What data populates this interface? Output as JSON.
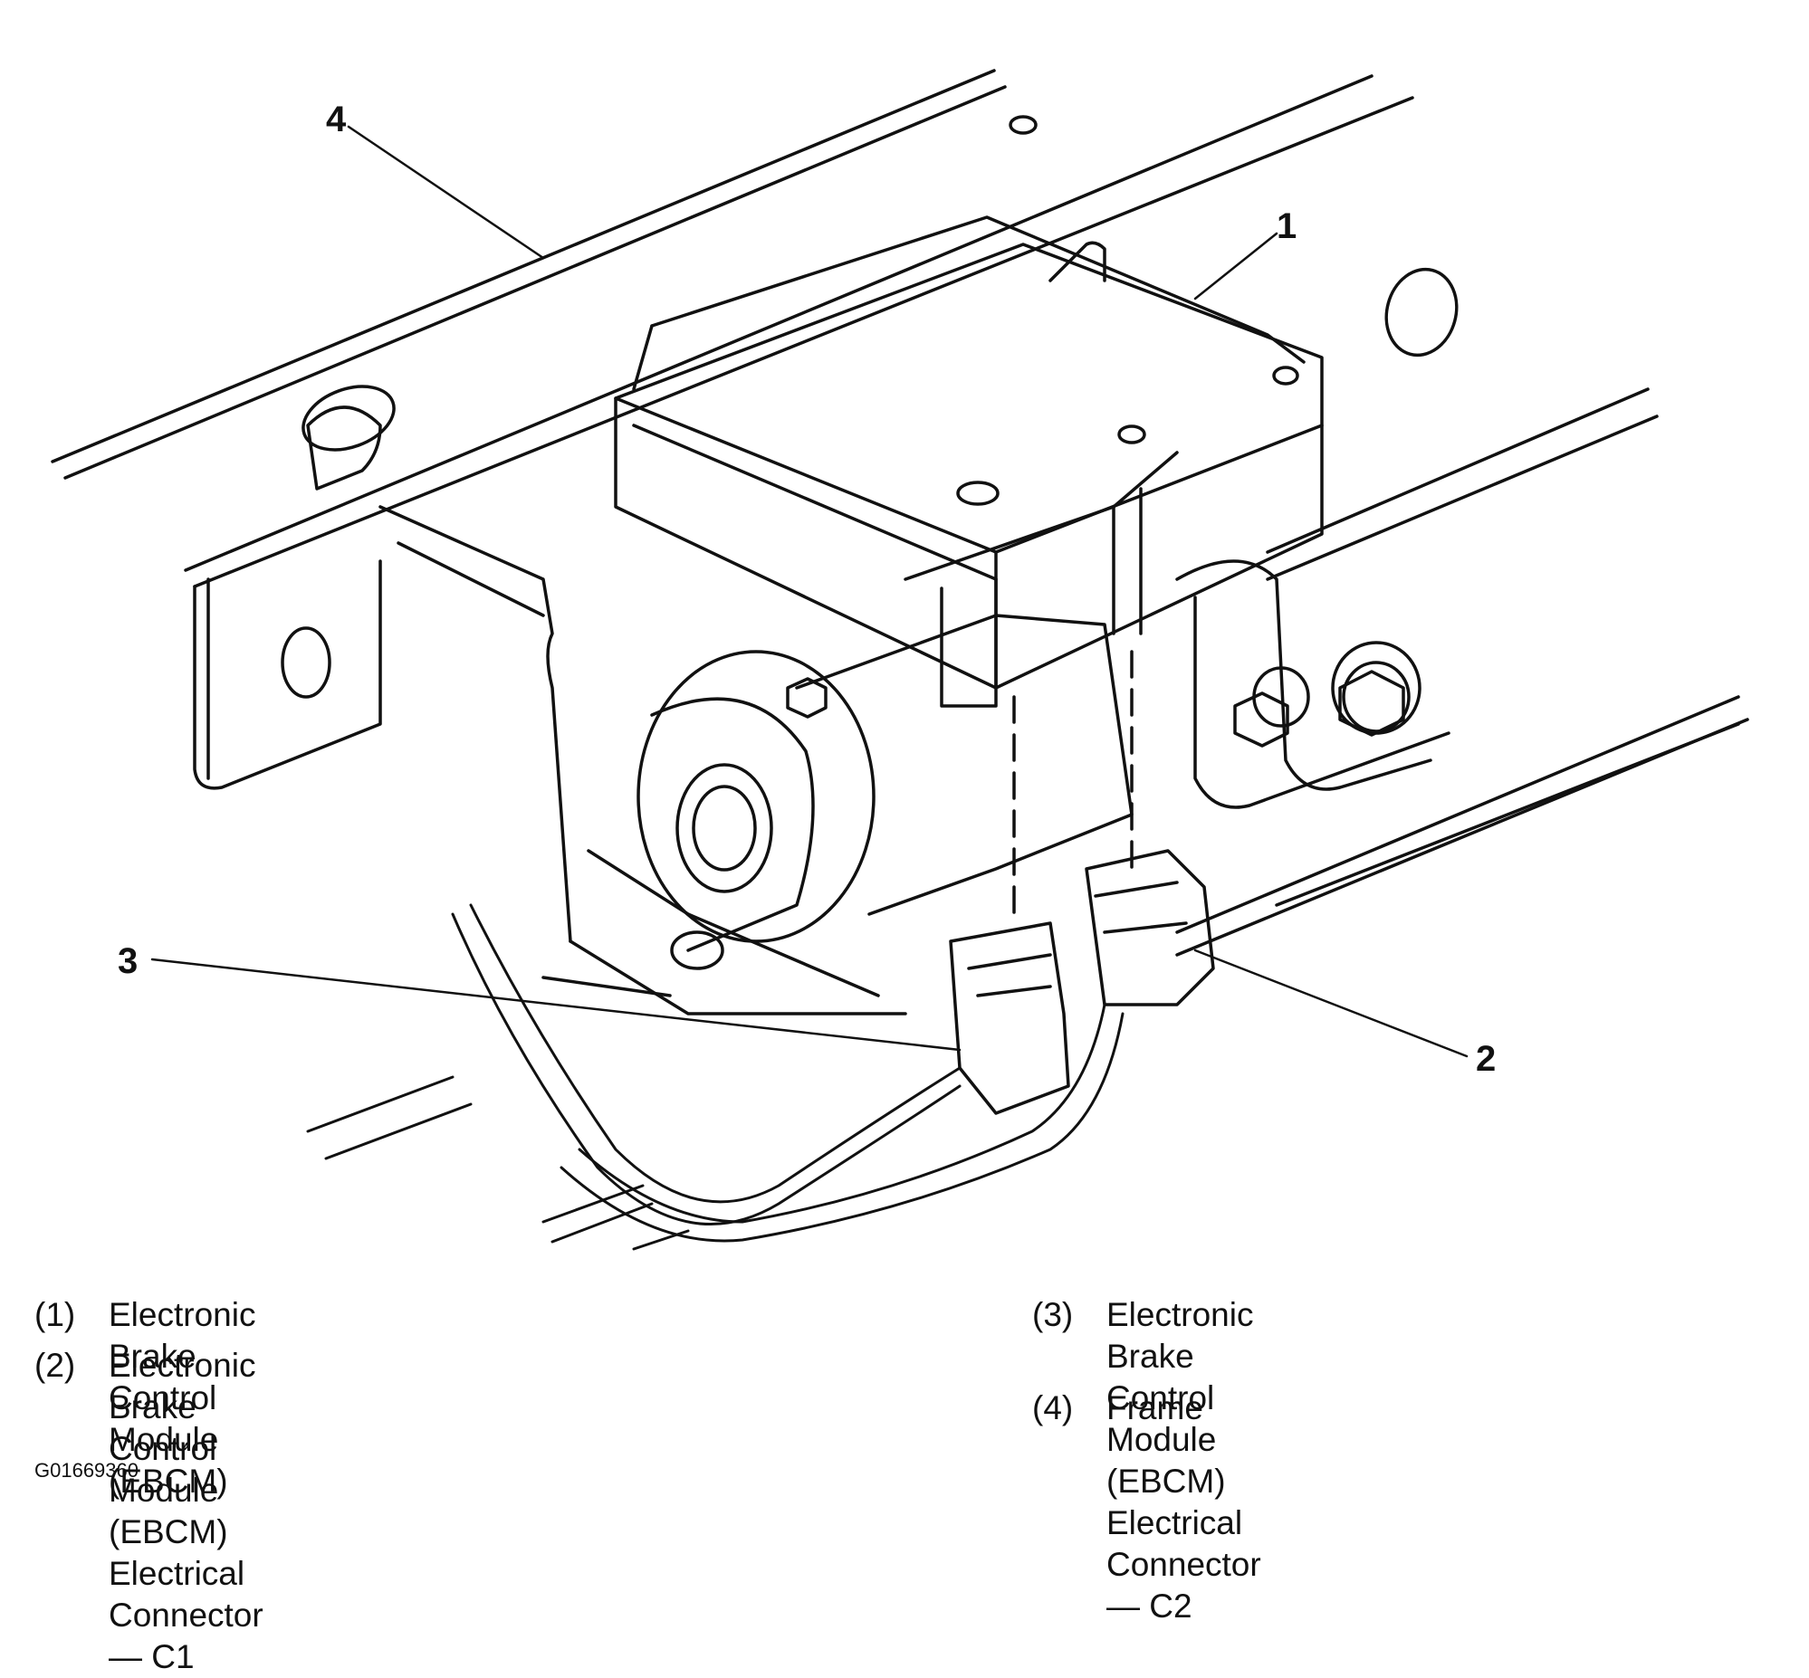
{
  "callouts": {
    "c1": "1",
    "c2": "2",
    "c3": "3",
    "c4": "4"
  },
  "legend": [
    {
      "num": "(1)",
      "text": "Electronic Brake Control Module (EBCM)"
    },
    {
      "num": "(2)",
      "text": "Electronic Brake Control Module (EBCM)\nElectrical Connector — C1"
    },
    {
      "num": "(3)",
      "text": "Electronic Brake Control Module (EBCM)\nElectrical Connector — C2"
    },
    {
      "num": "(4)",
      "text": "Frame"
    }
  ],
  "figure_id": "G01669360"
}
